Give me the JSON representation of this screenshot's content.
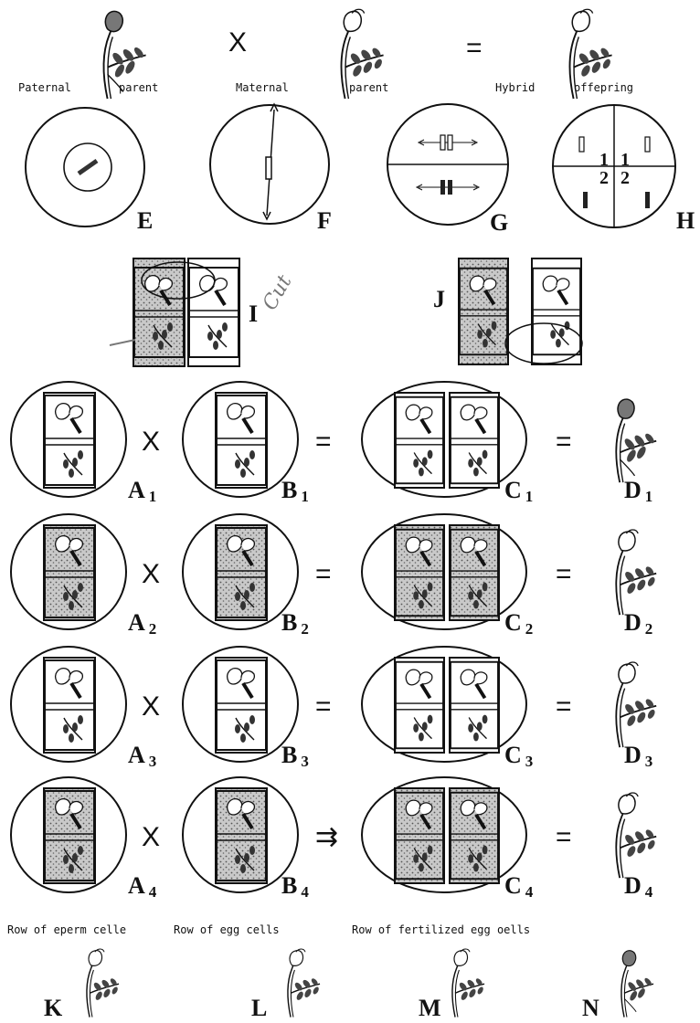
{
  "top_row": {
    "paternal_label": "Paternal",
    "paternal_label_2": "parent",
    "maternal_label": "Maternal",
    "maternal_label_2": "parent",
    "hybrid_label": "Hybrid",
    "hybrid_label_2": "offepring",
    "cross_symbol": "X",
    "equals_symbol": "="
  },
  "division_stages": [
    "E",
    "F",
    "G",
    "H"
  ],
  "quadrant_numbers": [
    "1",
    "1",
    "2",
    "2"
  ],
  "cell_labels": {
    "i": "I",
    "j": "J"
  },
  "handwriting": "Cut",
  "crosses": [
    {
      "a": "A",
      "a_sub": "1",
      "b": "B",
      "b_sub": "1",
      "c": "C",
      "c_sub": "1",
      "d": "D",
      "d_sub": "1",
      "op1": "X",
      "op2": "=",
      "op3": "="
    },
    {
      "a": "A",
      "a_sub": "2",
      "b": "B",
      "b_sub": "2",
      "c": "C",
      "c_sub": "2",
      "d": "D",
      "d_sub": "2",
      "op1": "X",
      "op2": "=",
      "op3": "="
    },
    {
      "a": "A",
      "a_sub": "3",
      "b": "B",
      "b_sub": "3",
      "c": "C",
      "c_sub": "3",
      "d": "D",
      "d_sub": "3",
      "op1": "X",
      "op2": "=",
      "op3": "="
    },
    {
      "a": "A",
      "a_sub": "4",
      "b": "B",
      "b_sub": "4",
      "c": "C",
      "c_sub": "4",
      "d": "D",
      "d_sub": "4",
      "op1": "X",
      "op2": "⇉",
      "op3": "="
    }
  ],
  "row_captions": {
    "sperm": "Row of eperm celle",
    "egg": "Row of egg cells",
    "fertilized": "Row of fertilized egg oells"
  },
  "bottom_plants": [
    "K",
    "L",
    "M",
    "N"
  ],
  "colors": {
    "ink": "#111111",
    "stipple": "#9a9a9a",
    "paper": "#ffffff"
  }
}
